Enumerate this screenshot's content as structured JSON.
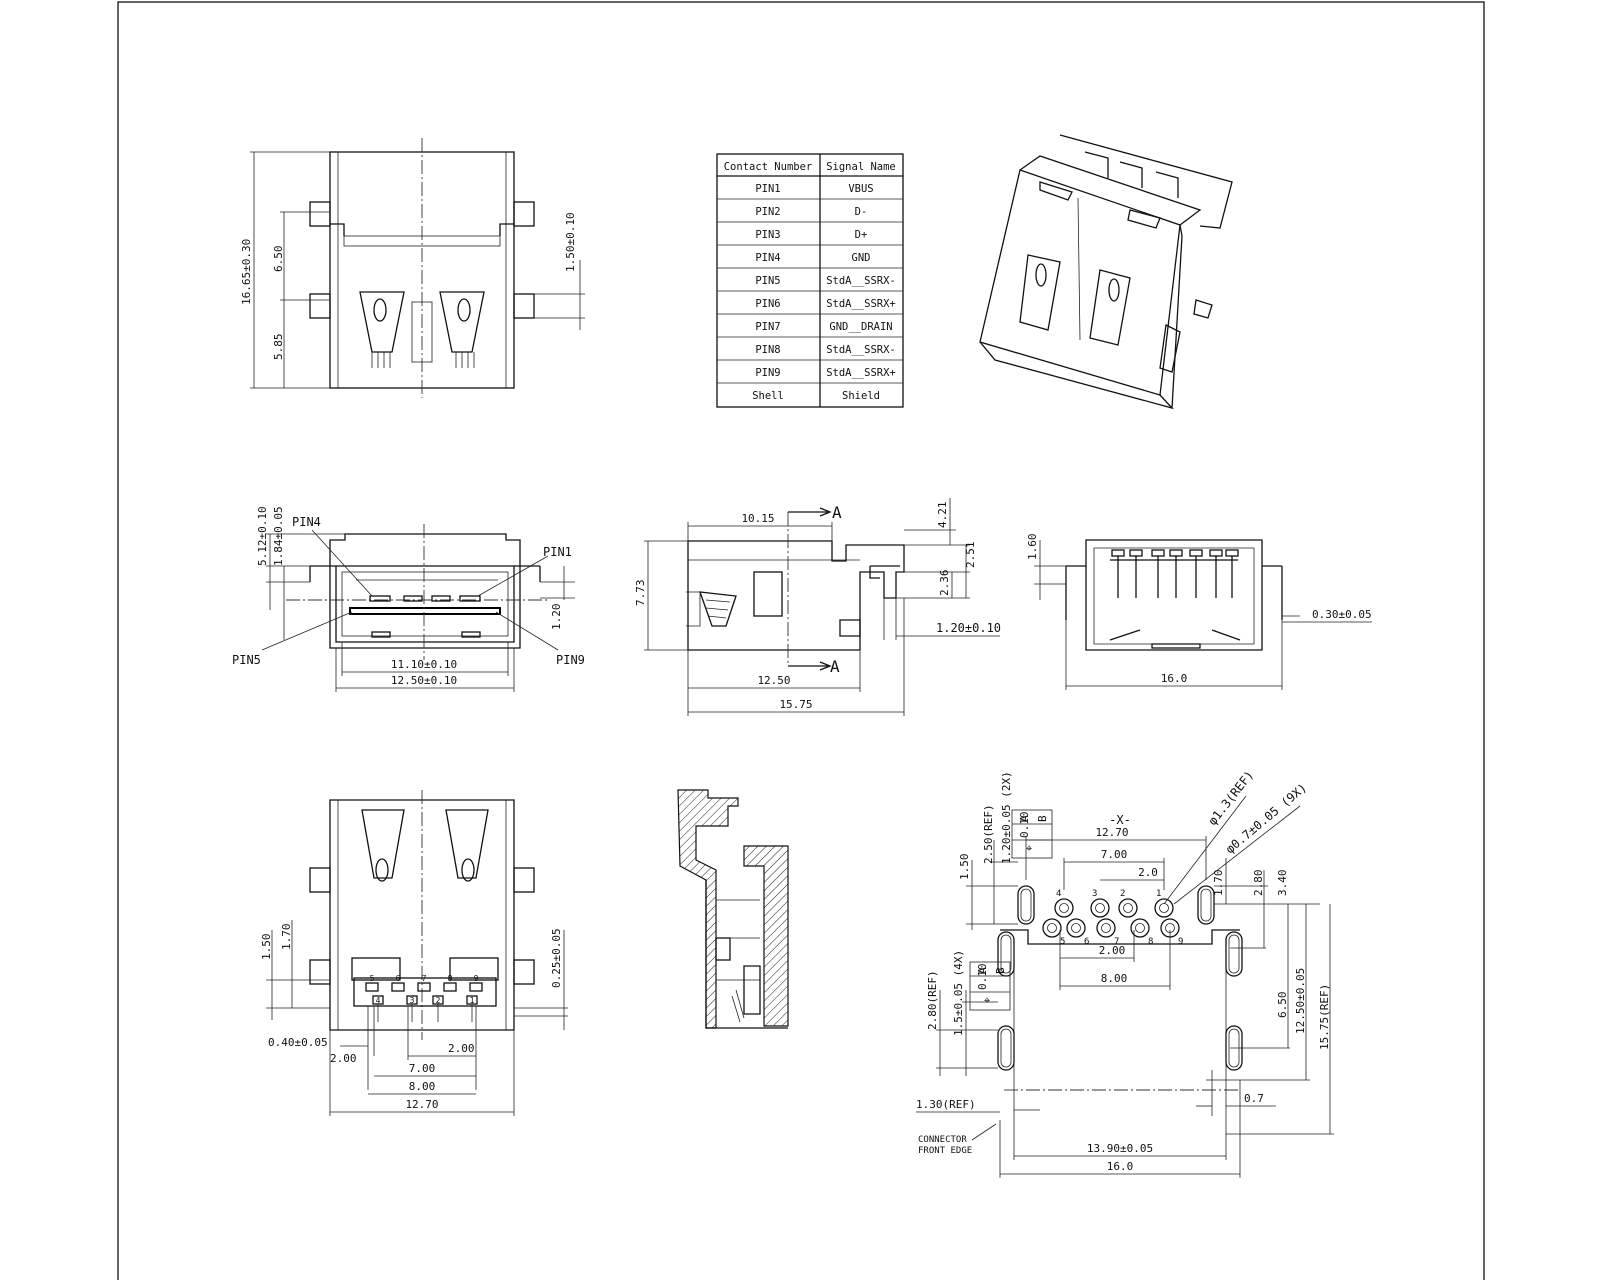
{
  "table": {
    "header_contact": "Contact Number",
    "header_signal": "Signal Name",
    "rows": [
      [
        "PIN1",
        "VBUS"
      ],
      [
        "PIN2",
        "D-"
      ],
      [
        "PIN3",
        "D+"
      ],
      [
        "PIN4",
        "GND"
      ],
      [
        "PIN5",
        "StdA__SSRX-"
      ],
      [
        "PIN6",
        "StdA__SSRX+"
      ],
      [
        "PIN7",
        "GND__DRAIN"
      ],
      [
        "PIN8",
        "StdA__SSRX-"
      ],
      [
        "PIN9",
        "StdA__SSRX+"
      ],
      [
        "Shell",
        "Shield"
      ]
    ]
  },
  "top_view": {
    "dim_overall": "16.65±0.30",
    "dim_upper": "6.50",
    "dim_lower": "5.85",
    "dim_tab": "1.50±0.10"
  },
  "front_view": {
    "pin4": "PIN4",
    "pin1": "PIN1",
    "pin5": "PIN5",
    "pin9": "PIN9",
    "dim_height": "5.12±0.10",
    "dim_offset": "1.84±0.05",
    "dim_inner_h": "1.20",
    "dim_inner_w": "11.10±0.10",
    "dim_outer_w": "12.50±0.10"
  },
  "side_view": {
    "section_mark": "A",
    "dim_top": "10.15",
    "dim_h1": "4.21",
    "dim_h2": "2.51",
    "dim_h3": "2.36",
    "dim_height": "7.73",
    "dim_tail": "1.20±0.10",
    "dim_len1": "12.50",
    "dim_len2": "15.75"
  },
  "rear_view": {
    "dim_h": "1.60",
    "dim_thk": "0.30±0.05",
    "dim_w": "16.0"
  },
  "bottom_view": {
    "dim_a": "1.50",
    "dim_b": "1.70",
    "dim_c": "0.25±0.05",
    "dim_d": "0.40±0.05",
    "dim_e": "2.00",
    "dim_f": "2.00",
    "dim_g": "7.00",
    "dim_h": "8.00",
    "dim_i": "12.70",
    "pin_nums_top": [
      "5",
      "6",
      "7",
      "8",
      "9"
    ],
    "pin_nums_bot": [
      "4",
      "3",
      "2",
      "1"
    ]
  },
  "footprint": {
    "datum": "-X-",
    "dim_pitch_big": "12.70",
    "dim_700": "7.00",
    "dim_20": "2.0",
    "dim_200": "2.00",
    "dim_800": "8.00",
    "dim_ref1": "φ1.3(REF)",
    "dim_ref2": "φ0.7±0.05 (9X)",
    "dim_slot_2x": "1.20±0.05 (2X)",
    "dim_slot_ref": "2.50(REF)",
    "dim_150": "1.50",
    "dim_170": "1.70",
    "dim_280": "2.80",
    "dim_340": "3.40",
    "dim_650": "6.50",
    "dim_1250": "12.50±0.05",
    "dim_1575": "15.75(REF)",
    "dim_slot_4x": "1.5±0.05 (4X)",
    "dim_280ref": "2.80(REF)",
    "dim_130ref": "1.30(REF)",
    "dim_07": "0.7",
    "dim_1390": "13.90±0.05",
    "dim_160": "16.0",
    "edge_note_1": "CONNECTOR",
    "edge_note_2": "FRONT EDGE",
    "tol_0": "0.10",
    "tol_a": "A",
    "tol_b": "B",
    "hole_nums_top": [
      "4",
      "3",
      "2",
      "1"
    ],
    "hole_nums_bot": [
      "5",
      "6",
      "7",
      "8",
      "9"
    ]
  }
}
